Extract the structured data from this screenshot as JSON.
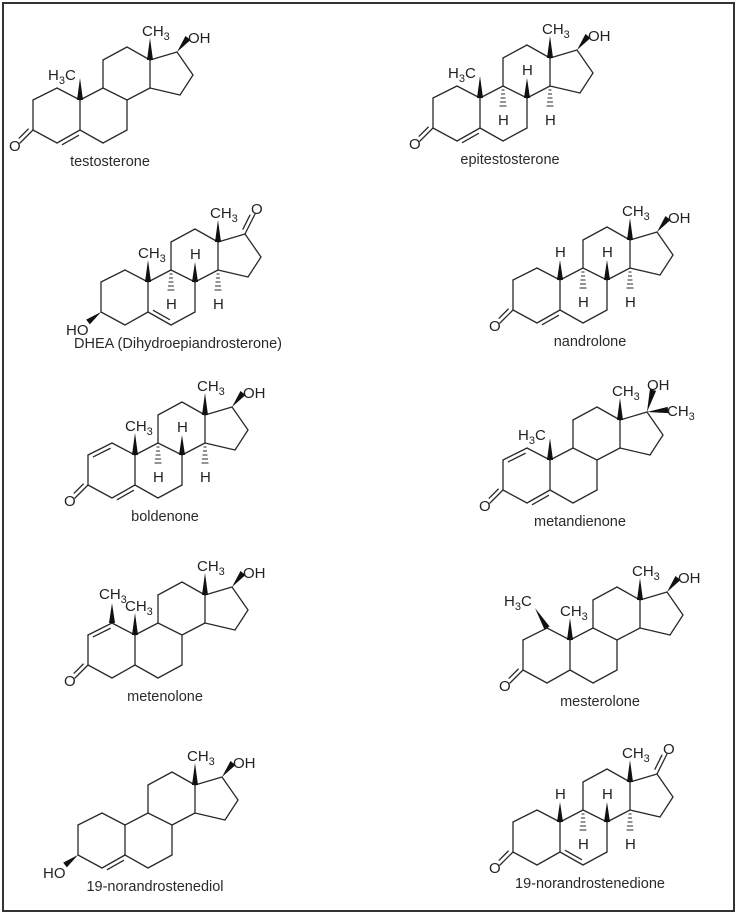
{
  "figure": {
    "title": "Anabolic steroid structures",
    "compounds": [
      {
        "id": "testosterone",
        "label": "testosterone",
        "ox": 0,
        "oy": 0,
        "a_ring": "enone4",
        "c17": "OH",
        "c10": "H3C",
        "b_ring": "plain",
        "stereo_h": false,
        "c13": "CH3",
        "extra": []
      },
      {
        "id": "epitestosterone",
        "label": "epitestosterone",
        "ox": 400,
        "oy": -2,
        "a_ring": "enone4",
        "c17": "OH",
        "c10": "H3C",
        "stereo_h": true,
        "c13": "CH3"
      },
      {
        "id": "dhea",
        "label": "DHEA (Dihydroepiandrosterone)",
        "ox": 68,
        "oy": 182,
        "a_ring": "ol5",
        "c17": "=O",
        "c10": "CH3",
        "stereo_h": true,
        "c13": "CH3"
      },
      {
        "id": "nandrolone",
        "label": "nandrolone",
        "ox": 480,
        "oy": 180,
        "a_ring": "enone4",
        "c17": "OH",
        "c10": "H",
        "stereo_h": true,
        "c13": "CH3"
      },
      {
        "id": "boldenone",
        "label": "boldenone",
        "ox": 55,
        "oy": 355,
        "a_ring": "dienone",
        "c17": "OH",
        "c10": "CH3",
        "stereo_h": true,
        "c13": "CH3"
      },
      {
        "id": "metandienone",
        "label": "metandienone",
        "ox": 470,
        "oy": 360,
        "a_ring": "dienone",
        "c17": "OH,CH3",
        "c10": "H3C",
        "stereo_h": false,
        "c13": "CH3"
      },
      {
        "id": "metenolone",
        "label": "metenolone",
        "ox": 55,
        "oy": 535,
        "a_ring": "enone1",
        "c17": "OH",
        "c10": "CH3",
        "c1": "CH3",
        "stereo_h": false,
        "c13": "CH3"
      },
      {
        "id": "mesterolone",
        "label": "mesterolone",
        "ox": 490,
        "oy": 540,
        "a_ring": "one",
        "c17": "OH",
        "c10": "CH3",
        "c1": "H3C",
        "stereo_h": false,
        "c13": "CH3"
      },
      {
        "id": "19-norandrostenediol",
        "label": "19-norandrostenediol",
        "ox": 45,
        "oy": 725,
        "a_ring": "ol4",
        "c17": "OH",
        "c10": "none",
        "stereo_h": false,
        "c13": "CH3"
      },
      {
        "id": "19-norandrostenedione",
        "label": "19-norandrostenedione",
        "ox": 480,
        "oy": 722,
        "a_ring": "one5",
        "c17": "=O",
        "c10": "H",
        "stereo_h": true,
        "c13": "CH3"
      }
    ],
    "labels": {
      "oh": "OH",
      "ho": "HO",
      "ch": "CH",
      "hc": "H",
      "c": "C",
      "three": "3",
      "h": "H",
      "o": "O"
    }
  }
}
